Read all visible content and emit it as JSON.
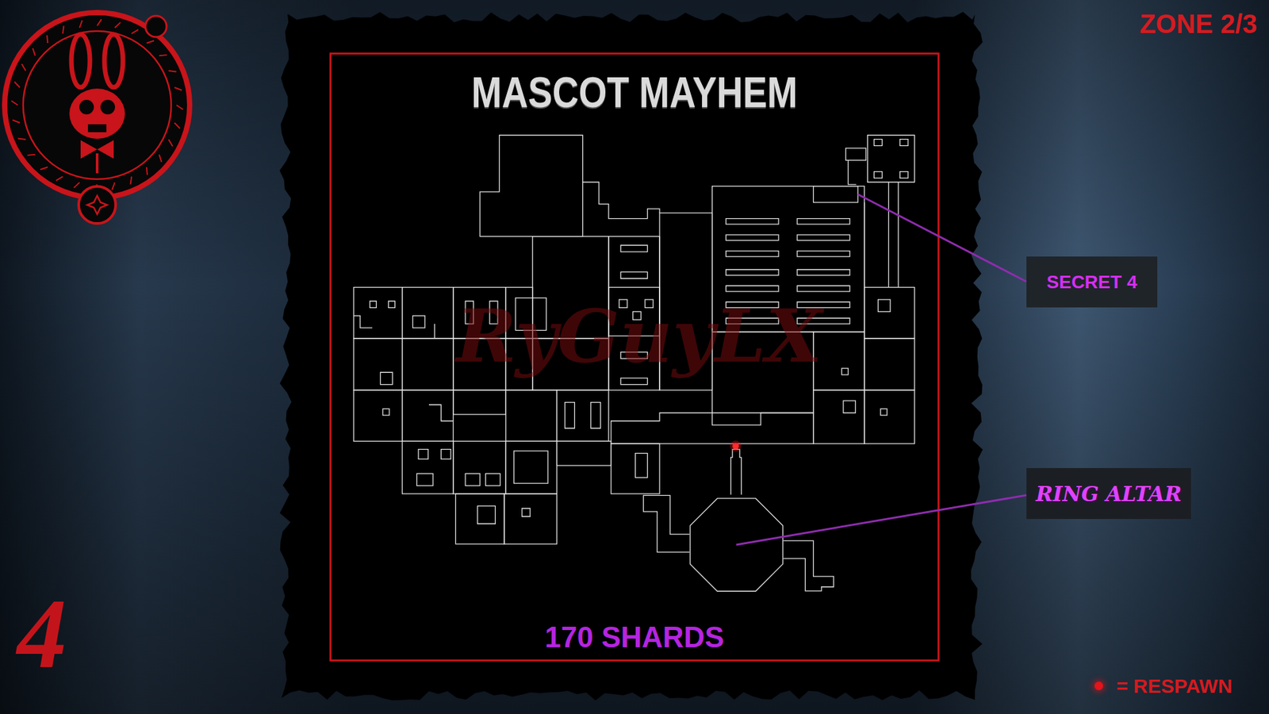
{
  "diagram": {
    "title": "MASCOT MAYHEM",
    "caption": "170 SHARDS",
    "nodes": [
      {
        "text": [
          "SECRET 4"
        ]
      },
      {
        "text": [
          "RING ALTAR"
        ]
      }
    ],
    "labels": [
      "ZONE 2/3",
      "RyGuyLX",
      "4"
    ],
    "legend": [
      {
        "text": "= RESPAWN",
        "color": "#e3141b"
      }
    ]
  }
}
